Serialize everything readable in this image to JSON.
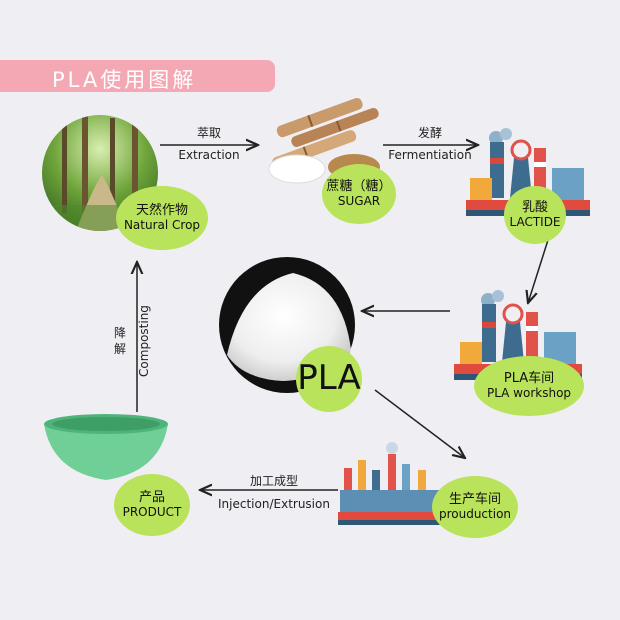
{
  "banner": {
    "title": "PLA使用图解"
  },
  "nodes": {
    "natural_crop": {
      "zh": "天然作物",
      "en": "Natural Crop"
    },
    "sugar": {
      "zh": "蔗糖（糖）",
      "en": "SUGAR"
    },
    "lactide": {
      "zh": "乳酸",
      "en": "LACTIDE"
    },
    "pla_workshop": {
      "zh": "PLA车间",
      "en": "PLA workshop"
    },
    "pla": {
      "label": "PLA"
    },
    "production": {
      "zh": "生产车间",
      "en": "prouduction"
    },
    "product": {
      "zh": "产品",
      "en": "PRODUCT"
    }
  },
  "edges": {
    "extraction": {
      "zh": "萃取",
      "en": "Extraction"
    },
    "fermentiation": {
      "zh": "发酵",
      "en": "Fermentiation"
    },
    "processing": {
      "zh": "加工成型",
      "en": "Injection/Extrusion"
    },
    "composting": {
      "zh": "降解",
      "en": "Composting"
    }
  },
  "colors": {
    "label_fill": "#b9e35a",
    "banner": "#f4a8b3",
    "background": "#eeeef3"
  }
}
